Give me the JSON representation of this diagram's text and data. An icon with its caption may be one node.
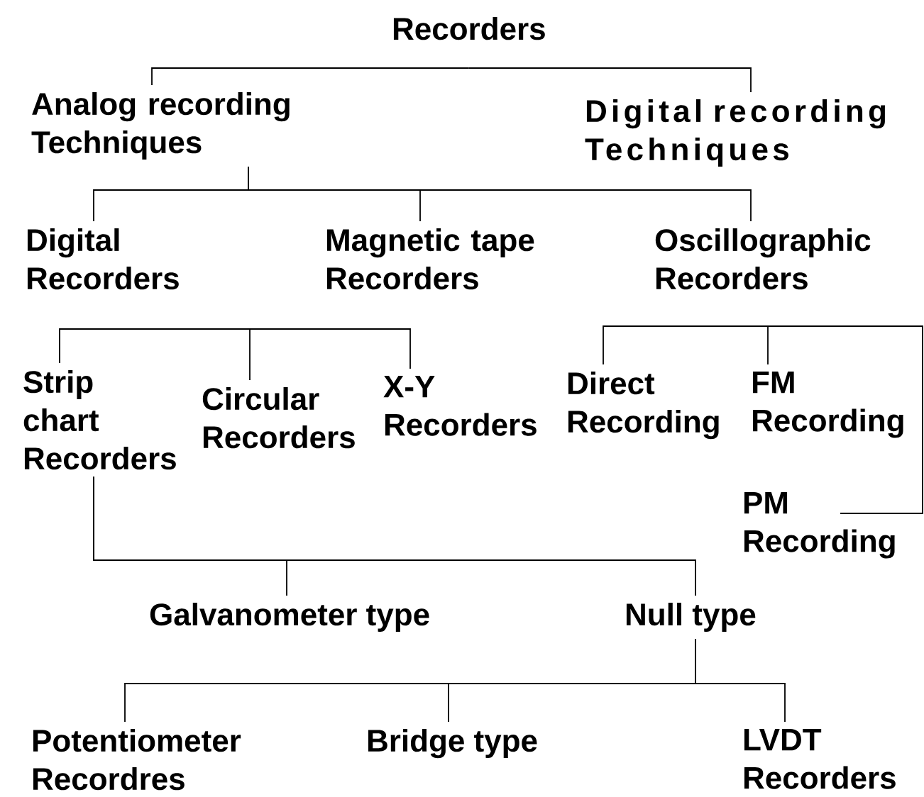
{
  "diagram": {
    "nodes": [
      {
        "text": [
          "Recorders"
        ]
      },
      {
        "text": [
          "Analog recording Techniques"
        ]
      },
      {
        "text": [
          "Digital recording Techniques"
        ]
      },
      {
        "text": [
          "Digital Recorders"
        ]
      },
      {
        "text": [
          "Magnetic tape Recorders"
        ]
      },
      {
        "text": [
          "Oscillographic Recorders"
        ]
      },
      {
        "text": [
          "Strip chart Recorders"
        ]
      },
      {
        "text": [
          "Circular Recorders"
        ]
      },
      {
        "text": [
          "X-Y Recorders"
        ]
      },
      {
        "text": [
          "Direct Recording"
        ]
      },
      {
        "text": [
          "FM Recording"
        ]
      },
      {
        "text": [
          "PM Recording"
        ]
      },
      {
        "text": [
          "Galvanometer type"
        ]
      },
      {
        "text": [
          "Null type"
        ]
      },
      {
        "text": [
          "Potentiometer Recordres"
        ]
      },
      {
        "text": [
          "Bridge type"
        ]
      },
      {
        "text": [
          "LVDT Recorders"
        ]
      }
    ],
    "edges": [
      {
        "from": 0,
        "to": 1,
        "arrow": "none"
      },
      {
        "from": 0,
        "to": 2,
        "arrow": "none"
      },
      {
        "from": 1,
        "to": 3,
        "arrow": "none"
      },
      {
        "from": 1,
        "to": 4,
        "arrow": "none"
      },
      {
        "from": 1,
        "to": 5,
        "arrow": "none"
      },
      {
        "from": 3,
        "to": 6,
        "arrow": "none"
      },
      {
        "from": 3,
        "to": 7,
        "arrow": "none"
      },
      {
        "from": 3,
        "to": 8,
        "arrow": "none"
      },
      {
        "from": 5,
        "to": 9,
        "arrow": "none"
      },
      {
        "from": 5,
        "to": 10,
        "arrow": "none"
      },
      {
        "from": 5,
        "to": 11,
        "arrow": "none"
      },
      {
        "from": 6,
        "to": 12,
        "arrow": "none"
      },
      {
        "from": 6,
        "to": 13,
        "arrow": "none"
      },
      {
        "from": 13,
        "to": 14,
        "arrow": "none"
      },
      {
        "from": 13,
        "to": 15,
        "arrow": "none"
      },
      {
        "from": 13,
        "to": 16,
        "arrow": "none"
      }
    ]
  }
}
